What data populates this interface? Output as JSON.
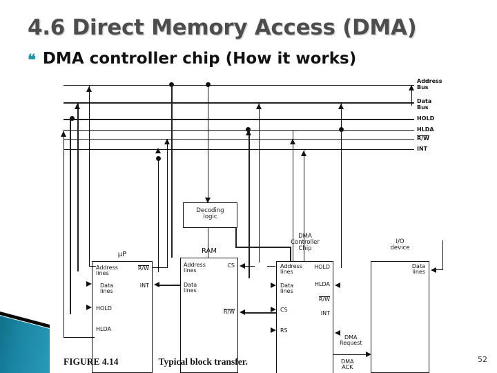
{
  "slide": {
    "title": "4.6 Direct Memory Access (DMA)",
    "bullet_glyph": "❝",
    "bullet_text": "DMA controller chip (How it works)",
    "page_number": "52",
    "accent_color": "#1f97a8",
    "title_color": "#4d4d4d"
  },
  "figure": {
    "caption_number": "FIGURE 4.14",
    "caption_text": "Typical block transfer.",
    "bus_labels": [
      {
        "label": "Address\nBus"
      },
      {
        "label": "Data\nBus"
      },
      {
        "label": "HOLD"
      },
      {
        "label": "HLDA"
      },
      {
        "label": "R/W",
        "overline": true
      },
      {
        "label": "INT"
      }
    ],
    "blocks": [
      {
        "id": "microprocessor",
        "title": "µP",
        "left_pins": [
          "Address\nlines",
          "Data\nlines",
          "HOLD",
          "HLDA"
        ],
        "right_pins": [
          "R/W",
          "INT"
        ]
      },
      {
        "id": "ram",
        "title": "RAM",
        "left_pins": [
          "Address\nlines",
          "Data\nlines"
        ],
        "right_pins": [
          "CS",
          "R/W"
        ]
      },
      {
        "id": "dma-controller",
        "title": "DMA\nController\nChip",
        "left_pins": [
          "Address\nlines",
          "Data\nlines",
          "CS",
          "RS"
        ],
        "right_pins": [
          "HOLD",
          "HLDA",
          "R/W",
          "INT"
        ]
      },
      {
        "id": "io-device",
        "title": "I/O\ndevice",
        "left_pins": [],
        "right_pins": [
          "Data\nlines"
        ]
      }
    ],
    "decoding_logic": {
      "title": "Decoding\nlogic"
    },
    "signals": [
      {
        "label": "DMA\nRequest"
      },
      {
        "label": "DMA\nACK"
      }
    ]
  }
}
